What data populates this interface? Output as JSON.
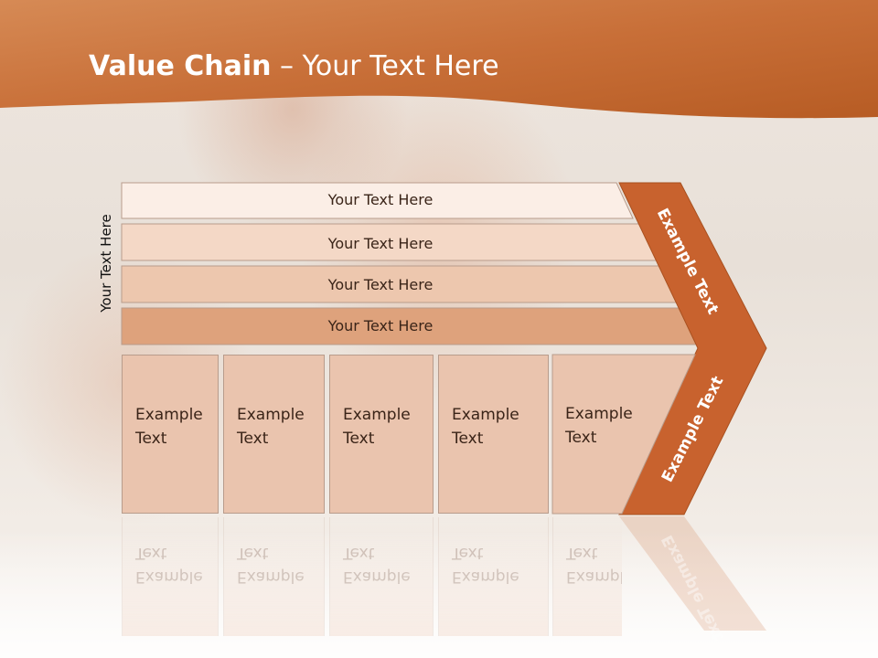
{
  "title": {
    "bold": "Value Chain",
    "rest": " – Your Text Here"
  },
  "side_label": "Your Text Here",
  "rows": [
    "Your Text Here",
    "Your Text Here",
    "Your Text Here",
    "Your Text Here"
  ],
  "columns": [
    {
      "line1": "Example",
      "line2": "Text"
    },
    {
      "line1": "Example",
      "line2": "Text"
    },
    {
      "line1": "Example",
      "line2": "Text"
    },
    {
      "line1": "Example",
      "line2": "Text"
    },
    {
      "line1": "Example",
      "line2": "Text"
    }
  ],
  "chevron": {
    "upper": "Example Text",
    "lower": "Example Text"
  },
  "colors": {
    "header": "#c8733c",
    "chevron": "#c8622e",
    "row1": "#fbeee6",
    "row2": "#f4d8c6",
    "row3": "#edc7ae",
    "row4": "#dea27c",
    "card": "#eac4ae"
  }
}
